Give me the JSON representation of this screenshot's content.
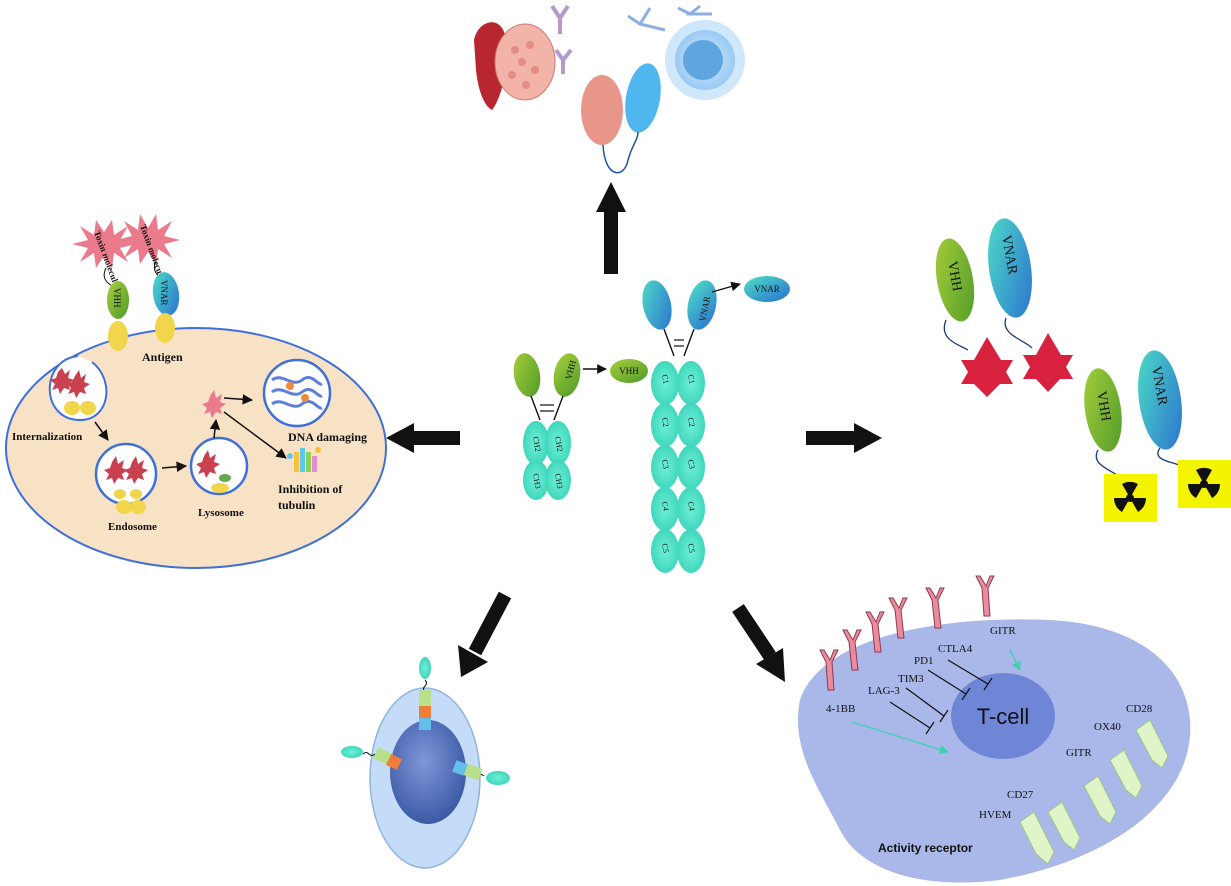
{
  "center": {
    "vhh_domain": "VHH",
    "vhh_fragment": "VHH",
    "vnar_domain": "VNAR",
    "vnar_fragment": "VNAR",
    "ch2": "CH2",
    "ch3": "CH3",
    "c1": "C1",
    "c2": "C2",
    "c3": "C3",
    "c4": "C4",
    "c5": "C5"
  },
  "adc": {
    "toxin1": "Toxin molecule",
    "toxin2": "Toxin molecule",
    "vhh": "VHH",
    "vnar": "VNAR",
    "antigen": "Antigen",
    "internalization": "Internalization",
    "endosome": "Endosome",
    "lysosome": "Lysosome",
    "dna_damaging": "DNA damaging",
    "inhibition_line1": "Inhibition of",
    "inhibition_line2": "tubulin"
  },
  "imaging": {
    "vhh_top": "VHH",
    "vnar_top": "VNAR",
    "vhh_bottom": "VHH",
    "vnar_bottom": "VNAR"
  },
  "tcell": {
    "tcell": "T-cell",
    "gitr_top": "GITR",
    "ctla4": "CTLA4",
    "pd1": "PD1",
    "tim3": "TIM3",
    "lag3": "LAG-3",
    "b41bb": "4-1BB",
    "cd28": "CD28",
    "ox40": "OX40",
    "gitr": "GITR",
    "cd27": "CD27",
    "hvem": "HVEM",
    "activity_receptor": "Activity receptor"
  },
  "colors": {
    "teal": "#5ee6cc",
    "vhh_green": "#8cbf2a",
    "vnar_blue": "#2f9ad6",
    "cell_beige": "#f8e2c6",
    "cell_blue": "#a9b8e8",
    "tcell_core": "#6f86d6",
    "star_red": "#d8213f",
    "radiation_yellow": "#f4f400",
    "receptor_pink": "#e98ca0"
  }
}
